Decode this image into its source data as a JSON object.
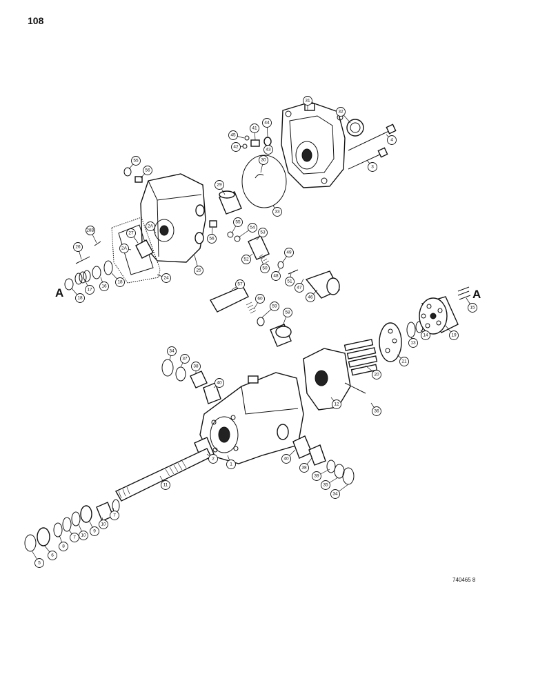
{
  "page_number": "108",
  "figure_code": "740465 8",
  "section_labels": {
    "left": "A",
    "right": "A"
  },
  "callouts": [
    {
      "id": "c31",
      "label": "31"
    },
    {
      "id": "c32",
      "label": "32"
    },
    {
      "id": "c44",
      "label": "44"
    },
    {
      "id": "c41",
      "label": "41"
    },
    {
      "id": "c45",
      "label": "45"
    },
    {
      "id": "c42",
      "label": "42"
    },
    {
      "id": "c43",
      "label": "43"
    },
    {
      "id": "c4",
      "label": "4"
    },
    {
      "id": "c3",
      "label": "3"
    },
    {
      "id": "c30",
      "label": "30"
    },
    {
      "id": "c33",
      "label": "33"
    },
    {
      "id": "c55a",
      "label": "55"
    },
    {
      "id": "c56a",
      "label": "56"
    },
    {
      "id": "c29",
      "label": "29"
    },
    {
      "id": "c28b",
      "label": "28B"
    },
    {
      "id": "c27",
      "label": "27"
    },
    {
      "id": "c2aa",
      "label": "2A"
    },
    {
      "id": "c2ab",
      "label": "2A"
    },
    {
      "id": "c26",
      "label": "26"
    },
    {
      "id": "c55b",
      "label": "55"
    },
    {
      "id": "c54",
      "label": "54"
    },
    {
      "id": "c53",
      "label": "53"
    },
    {
      "id": "c56b",
      "label": "56"
    },
    {
      "id": "c52",
      "label": "52"
    },
    {
      "id": "c49",
      "label": "49"
    },
    {
      "id": "c50",
      "label": "50"
    },
    {
      "id": "c48",
      "label": "48"
    },
    {
      "id": "c51",
      "label": "51"
    },
    {
      "id": "c47",
      "label": "47"
    },
    {
      "id": "c46",
      "label": "46"
    },
    {
      "id": "c25",
      "label": "25"
    },
    {
      "id": "c24",
      "label": "24"
    },
    {
      "id": "c18b",
      "label": "18"
    },
    {
      "id": "c16",
      "label": "16"
    },
    {
      "id": "c17",
      "label": "17"
    },
    {
      "id": "c18a",
      "label": "18"
    },
    {
      "id": "c57",
      "label": "57"
    },
    {
      "id": "c60",
      "label": "60"
    },
    {
      "id": "c59",
      "label": "59"
    },
    {
      "id": "c58",
      "label": "58"
    },
    {
      "id": "c15",
      "label": "15"
    },
    {
      "id": "c19",
      "label": "19"
    },
    {
      "id": "c14",
      "label": "14"
    },
    {
      "id": "c13",
      "label": "13"
    },
    {
      "id": "c21",
      "label": "21"
    },
    {
      "id": "c20",
      "label": "20"
    },
    {
      "id": "c12",
      "label": "12"
    },
    {
      "id": "c36",
      "label": "36"
    },
    {
      "id": "c34a",
      "label": "34"
    },
    {
      "id": "c37",
      "label": "37"
    },
    {
      "id": "c38a",
      "label": "38"
    },
    {
      "id": "c40a",
      "label": "40"
    },
    {
      "id": "c2",
      "label": "2"
    },
    {
      "id": "c1",
      "label": "1"
    },
    {
      "id": "c40b",
      "label": "40"
    },
    {
      "id": "c38b",
      "label": "38"
    },
    {
      "id": "c39",
      "label": "39"
    },
    {
      "id": "c35",
      "label": "35"
    },
    {
      "id": "c34b",
      "label": "34"
    },
    {
      "id": "c11",
      "label": "11"
    },
    {
      "id": "c7a",
      "label": "7"
    },
    {
      "id": "c10a",
      "label": "10"
    },
    {
      "id": "c9",
      "label": "9"
    },
    {
      "id": "c10b",
      "label": "10"
    },
    {
      "id": "c7b",
      "label": "7"
    },
    {
      "id": "c8",
      "label": "8"
    },
    {
      "id": "c6",
      "label": "6"
    },
    {
      "id": "c5",
      "label": "5"
    }
  ]
}
